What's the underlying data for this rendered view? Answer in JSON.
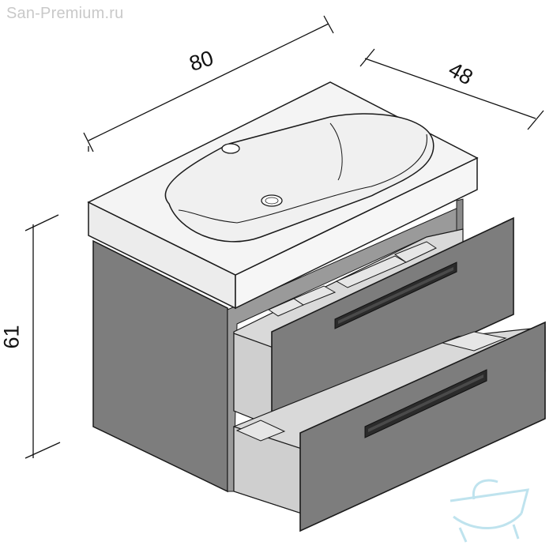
{
  "watermark": "San-Premium.ru",
  "dimensions": {
    "width": "80",
    "depth": "48",
    "height": "61"
  },
  "colors": {
    "panel": "#7d7d7d",
    "panel_dark": "#6b6b6b",
    "drawer_inside": "#dcdcdc",
    "sink": "#f4f4f4",
    "handle": "#2b2b2b",
    "outline": "#1a1a1a",
    "logo": "#bfe3ee"
  }
}
